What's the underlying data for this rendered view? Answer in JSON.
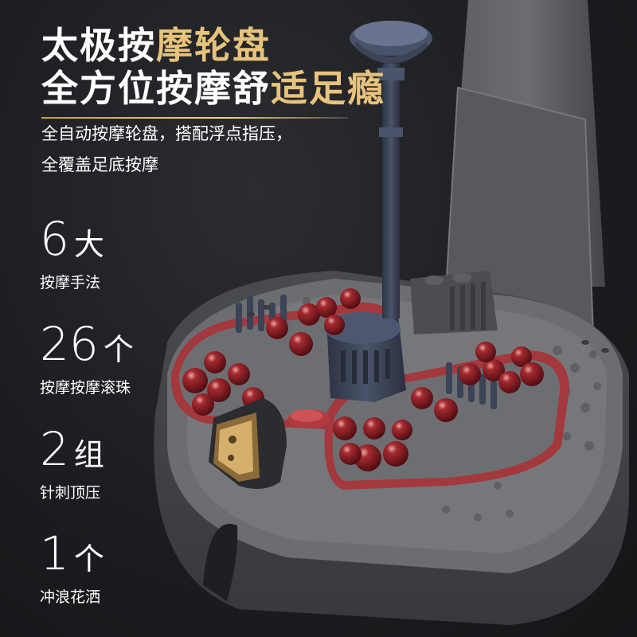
{
  "headline": {
    "line1_white": "太极按",
    "line1_gold": "摩轮盘",
    "line2_white": "全方位按摩舒",
    "line2_gold": "适足瘾"
  },
  "description": {
    "line1": "全自动按摩轮盘，搭配浮点指压，",
    "line2": "全覆盖足底按摩"
  },
  "features": [
    {
      "number": "6",
      "unit": "大",
      "label": "按摩手法"
    },
    {
      "number": "26",
      "unit": "个",
      "label": "按摩按摩滚珠"
    },
    {
      "number": "2",
      "unit": "组",
      "label": "针刺顶压"
    },
    {
      "number": "1",
      "unit": "个",
      "label": "冲浪花洒"
    }
  ],
  "colors": {
    "background": "#1b1c1f",
    "accent_gold": "#e7c37c",
    "body_gray": "#5d5e62",
    "roller_red": "#8e1c22",
    "tray_red": "#a3383d",
    "parts_navy": "#3b4356"
  }
}
